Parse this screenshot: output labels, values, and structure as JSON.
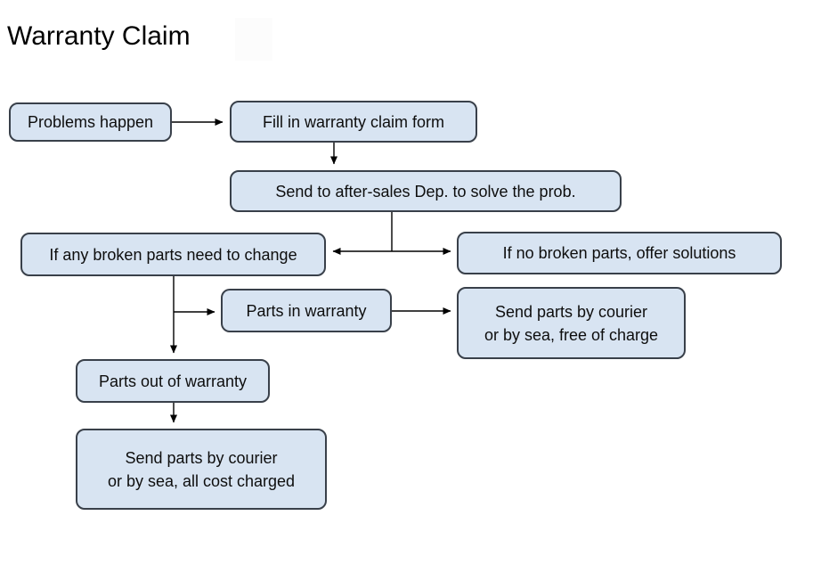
{
  "title": "Warranty Claim",
  "diagram": {
    "nodes": [
      {
        "id": "problems-happen",
        "label": "Problems happen"
      },
      {
        "id": "fill-claim-form",
        "label": "Fill in warranty claim form"
      },
      {
        "id": "send-after-sales",
        "label": "Send to after-sales Dep. to solve the prob."
      },
      {
        "id": "broken-parts-change",
        "label": "If any broken parts need to change"
      },
      {
        "id": "no-broken-parts",
        "label": "If no broken parts, offer solutions"
      },
      {
        "id": "parts-in-warranty",
        "label": "Parts in warranty"
      },
      {
        "id": "send-free-of-charge",
        "label": "Send parts by courier\nor by sea, free of charge"
      },
      {
        "id": "parts-out-of-warranty",
        "label": "Parts out of warranty"
      },
      {
        "id": "send-cost-charged",
        "label": "Send parts by courier\nor by sea, all cost charged"
      }
    ],
    "colors": {
      "node_fill": "#d8e4f2",
      "node_border": "#39404a",
      "line": "#000000"
    }
  }
}
